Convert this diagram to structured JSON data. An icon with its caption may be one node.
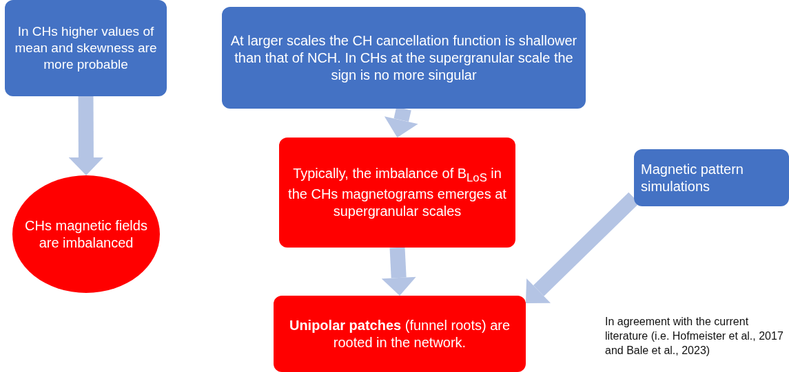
{
  "diagram": {
    "nodes": [
      {
        "text": [
          "In CHs higher values of mean and skewness are more probable"
        ]
      },
      {
        "text": [
          "At larger scales the CH cancellation function is shallower than that of NCH.  In CHs at the supergranular scale the sign is no more singular"
        ]
      },
      {
        "text": [
          "CHs magnetic fields are imbalanced"
        ]
      },
      {
        "text": [
          "Typically, the imbalance of B$_{LoS}$ in the CHs magnetograms emerges at supergranular scales"
        ]
      },
      {
        "text": [
          "Magnetic pattern simulations"
        ]
      },
      {
        "text": [
          "**Unipolar patches** (funnel roots) are rooted in the network."
        ]
      }
    ],
    "edges": [
      {
        "from": 0,
        "to": 2,
        "arrow": "to"
      },
      {
        "from": 1,
        "to": 3,
        "arrow": "to"
      },
      {
        "from": 3,
        "to": 5,
        "arrow": "to"
      },
      {
        "from": 4,
        "to": 5,
        "arrow": "to"
      }
    ],
    "labels": [
      "In agreement with the current literature (i.e. Hofmeister et al., 2017 and Bale et al., 2023)"
    ]
  }
}
